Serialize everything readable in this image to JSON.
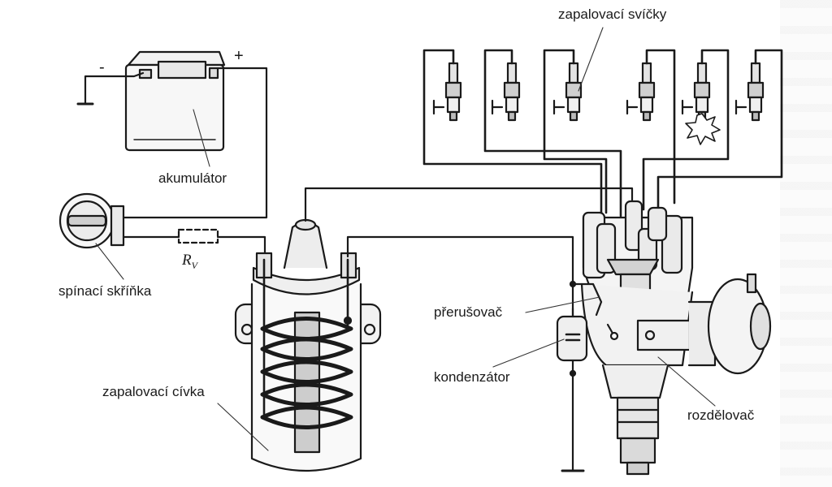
{
  "labels": {
    "spark_plugs": "zapalovací svíčky",
    "battery": "akumulátor",
    "ignition_switch": "spínací skříňka",
    "resistor_symbol": "R",
    "resistor_subscript": "V",
    "ignition_coil": "zapalovací cívka",
    "breaker": "přerušovač",
    "capacitor": "kondenzátor",
    "distributor": "rozdělovač",
    "minus": "-",
    "plus": "+"
  }
}
